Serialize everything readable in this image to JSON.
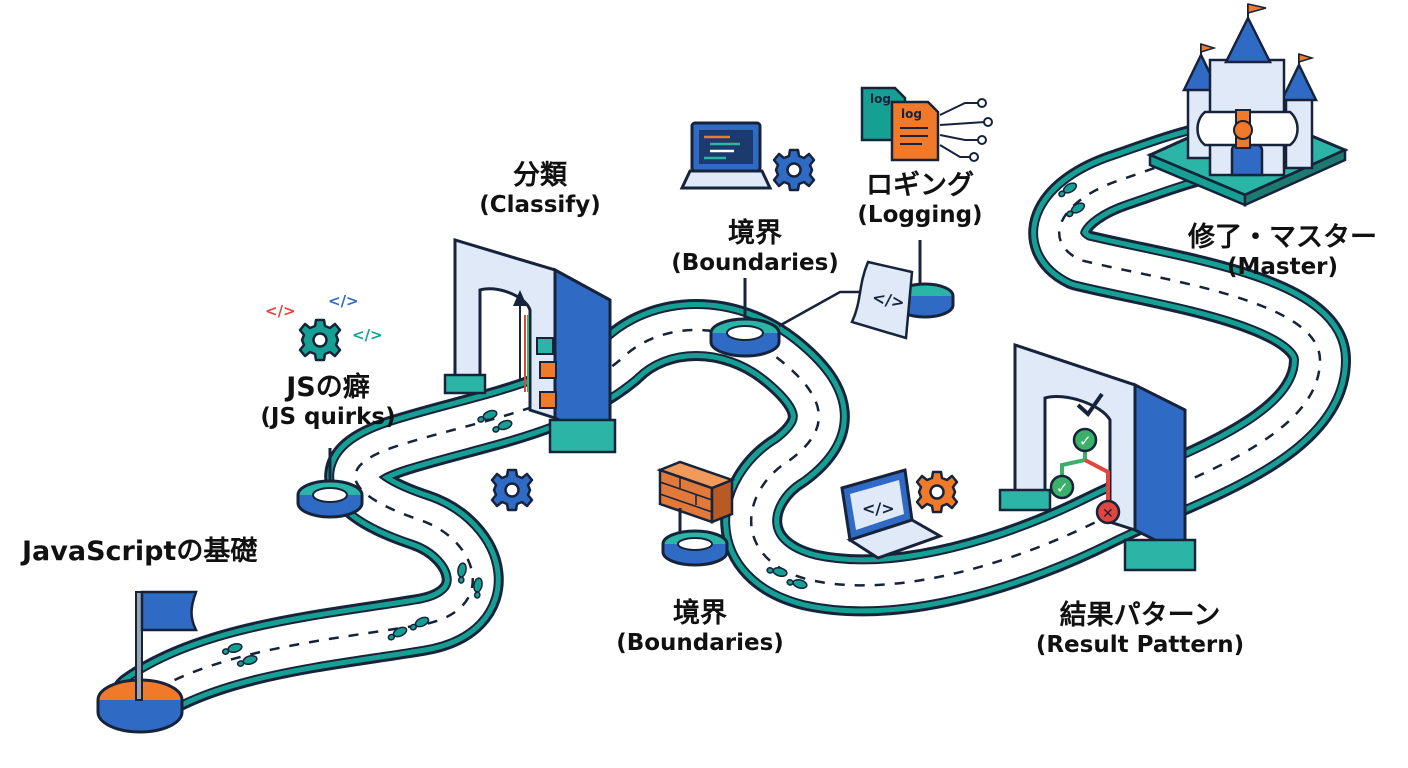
{
  "colors": {
    "road_edge": "#16a093",
    "road_fill": "#ffffff",
    "outline": "#17233b",
    "gate_blue": "#2f6bc4",
    "gate_face": "#dfe9f8",
    "orange": "#f07a2a",
    "brick": "#e0793a",
    "check_green": "#3bb06a",
    "fail_red": "#e0453e",
    "platform_teal": "#2bb5a6"
  },
  "labels": {
    "start": {
      "title": "JavaScriptの基礎"
    },
    "quirks": {
      "title": "JSの癖",
      "sub": "(JS quirks)"
    },
    "classify": {
      "title": "分類",
      "sub": "(Classify)"
    },
    "boundaries_top": {
      "title": "境界",
      "sub": "(Boundaries)"
    },
    "logging": {
      "title": "ロギング",
      "sub": "(Logging)"
    },
    "boundaries_bottom": {
      "title": "境界",
      "sub": "(Boundaries)"
    },
    "result": {
      "title": "結果パターン",
      "sub": "(Result Pattern)"
    },
    "master": {
      "title": "修了・マスター",
      "sub": "(Master)"
    }
  },
  "icons": {
    "code_tag": "</>",
    "log_doc": "log",
    "checkmark": "✓",
    "fail_mark": "✕"
  }
}
